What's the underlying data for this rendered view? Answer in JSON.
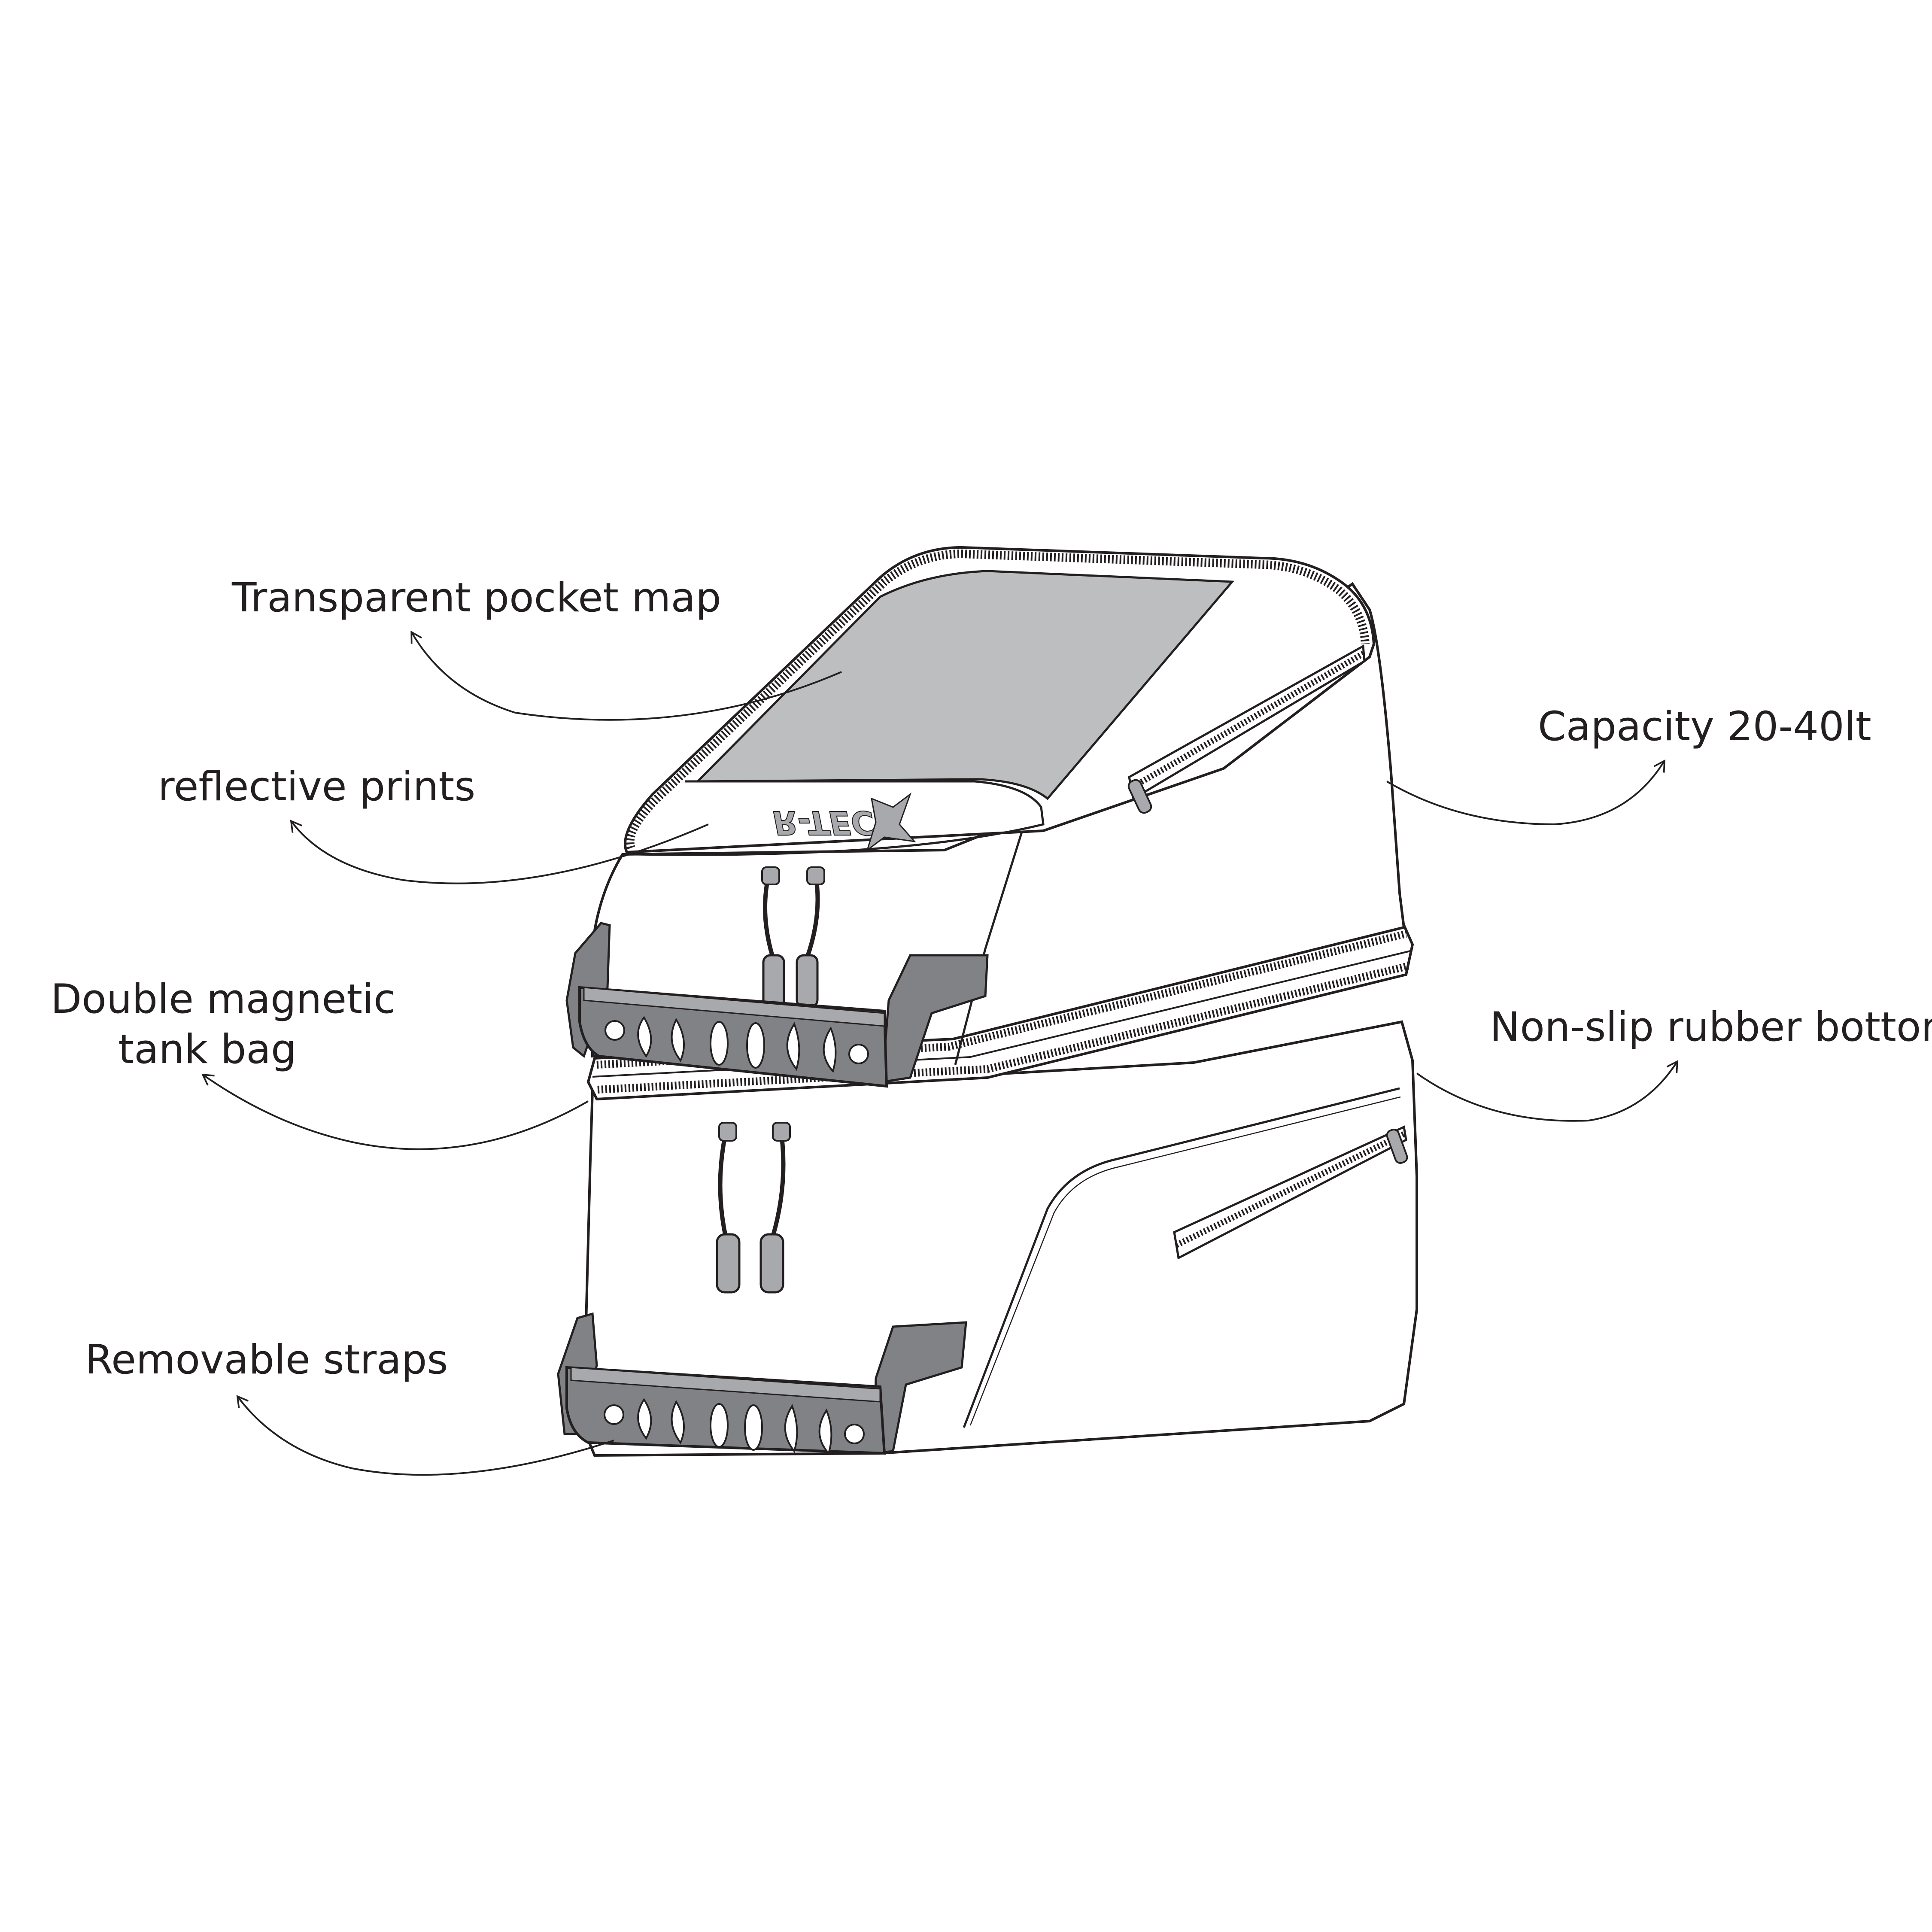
{
  "brand": {
    "logo_text": "R-TECH"
  },
  "callouts": {
    "transparent_pocket_map": "Transparent pocket map",
    "reflective_prints": "reflective prints",
    "double_magnetic_tank_bag": {
      "line1": "Double magnetic",
      "line2": "tank bag"
    },
    "removable_straps": "Removable straps",
    "capacity": "Capacity 20-40lt",
    "non_slip_rubber_bottom": "Non-slip rubber bottom"
  },
  "colors": {
    "outline": "#231f20",
    "bag_fill": "#ffffff",
    "map_window": "#bcbec0",
    "strap_grey": "#808285",
    "zipper_pull": "#a7a9ac"
  }
}
